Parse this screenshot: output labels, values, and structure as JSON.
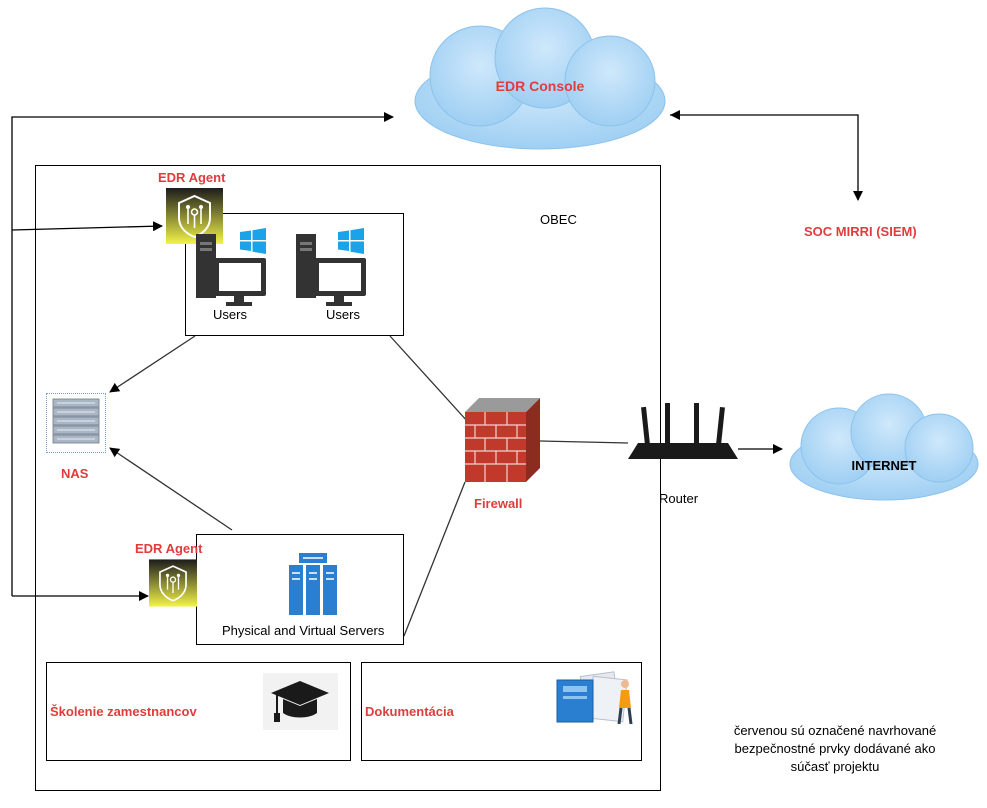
{
  "colors": {
    "accent_red": "#e03c3c",
    "cloud_blue": "#a9d3f5",
    "edr_badge_yellow": "#f3f34a",
    "edr_badge_dark": "#1c1c1c",
    "windows_blue": "#1aa3e8",
    "server_blue": "#2b7fd1",
    "firewall_red": "#c0392b",
    "line": "#333333"
  },
  "clouds": {
    "edr_console": {
      "label": "EDR Console"
    },
    "internet": {
      "label": "INTERNET"
    }
  },
  "labels": {
    "soc": "SOC MIRRI (SIEM)",
    "obec": "OBEC",
    "edr_agent_top": "EDR Agent",
    "edr_agent_bottom": "EDR Agent",
    "user1": "Users",
    "user2": "Users",
    "nas": "NAS",
    "firewall": "Firewall",
    "router": "Router",
    "servers": "Physical and Virtual Servers",
    "training": "Školenie zamestnancov",
    "documentation": "Dokumentácia"
  },
  "note": {
    "line1": "červenou sú označené navrhované",
    "line2": "bezpečnostné prvky dodávané ako",
    "line3": "súčasť projektu"
  },
  "icons": {
    "edr_agent": "edr-agent-icon",
    "pc": "desktop-pc-icon",
    "windows": "windows-logo-icon",
    "nas": "nas-storage-icon",
    "firewall": "brick-firewall-icon",
    "router": "wifi-router-icon",
    "servers": "server-rack-icon",
    "training": "graduation-cap-icon",
    "documentation": "documentation-icon"
  }
}
